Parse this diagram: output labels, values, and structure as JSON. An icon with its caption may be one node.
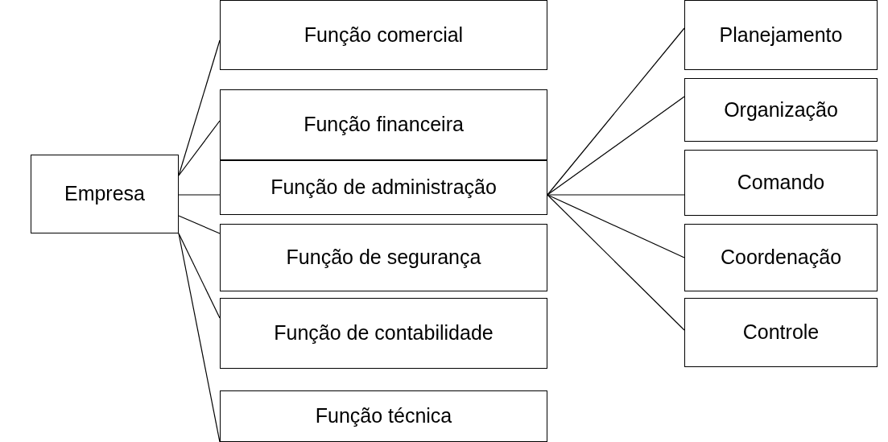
{
  "diagram": {
    "nodes": [
      {
        "text": [
          "Empresa"
        ]
      },
      {
        "text": [
          "Função comercial"
        ]
      },
      {
        "text": [
          "Função financeira"
        ]
      },
      {
        "text": [
          "Função de administração"
        ]
      },
      {
        "text": [
          "Função de segurança"
        ]
      },
      {
        "text": [
          "Função de contabilidade"
        ]
      },
      {
        "text": [
          "Função técnica"
        ]
      },
      {
        "text": [
          "Planejamento"
        ]
      },
      {
        "text": [
          "Organização"
        ]
      },
      {
        "text": [
          "Comando"
        ]
      },
      {
        "text": [
          "Coordenação"
        ]
      },
      {
        "text": [
          "Controle"
        ]
      }
    ],
    "edges": [
      {
        "from": 0,
        "to": 1,
        "arrow": "none"
      },
      {
        "from": 0,
        "to": 2,
        "arrow": "none"
      },
      {
        "from": 0,
        "to": 3,
        "arrow": "none"
      },
      {
        "from": 0,
        "to": 4,
        "arrow": "none"
      },
      {
        "from": 0,
        "to": 5,
        "arrow": "none"
      },
      {
        "from": 0,
        "to": 6,
        "arrow": "none"
      },
      {
        "from": 3,
        "to": 7,
        "arrow": "none"
      },
      {
        "from": 3,
        "to": 8,
        "arrow": "none"
      },
      {
        "from": 3,
        "to": 9,
        "arrow": "none"
      },
      {
        "from": 3,
        "to": 10,
        "arrow": "none"
      },
      {
        "from": 3,
        "to": 11,
        "arrow": "none"
      }
    ]
  }
}
